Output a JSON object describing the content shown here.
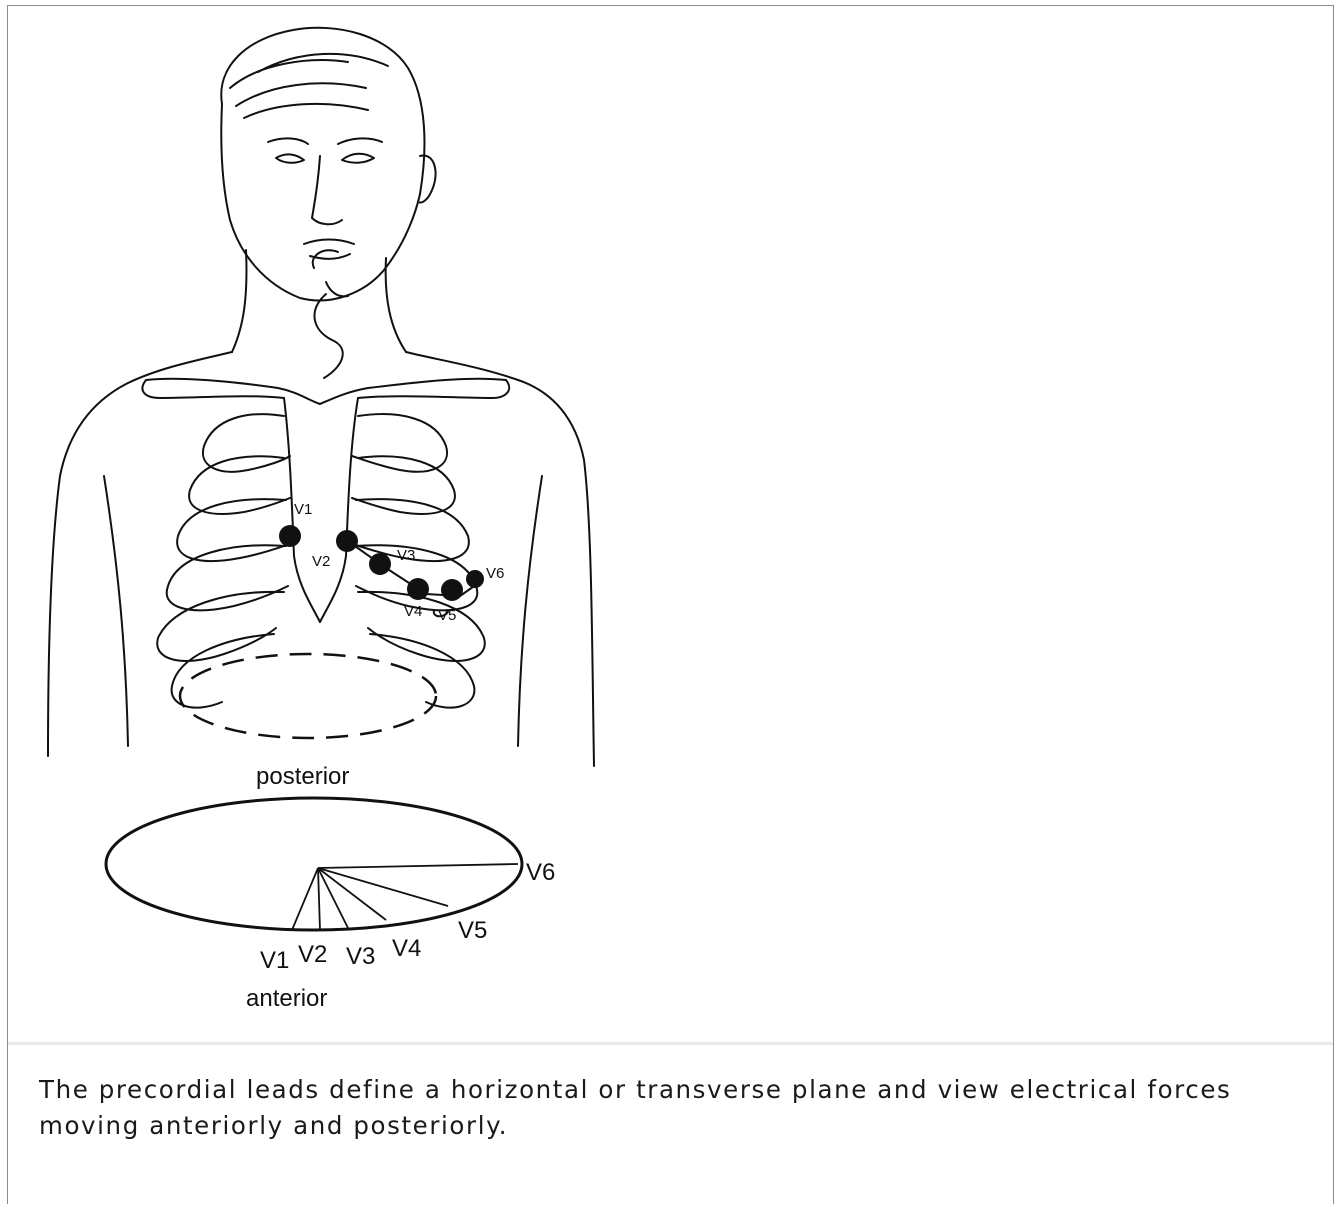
{
  "figure": {
    "chest_labels": [
      "V1",
      "V2",
      "V3",
      "V4",
      "V5",
      "V6"
    ],
    "plane_labels": [
      "V1",
      "V2",
      "V3",
      "V4",
      "V5",
      "V6"
    ],
    "posterior_label": "posterior",
    "anterior_label": "anterior"
  },
  "caption": "The precordial leads define a horizontal or transverse plane and view electrical forces moving anteriorly and posteriorly."
}
